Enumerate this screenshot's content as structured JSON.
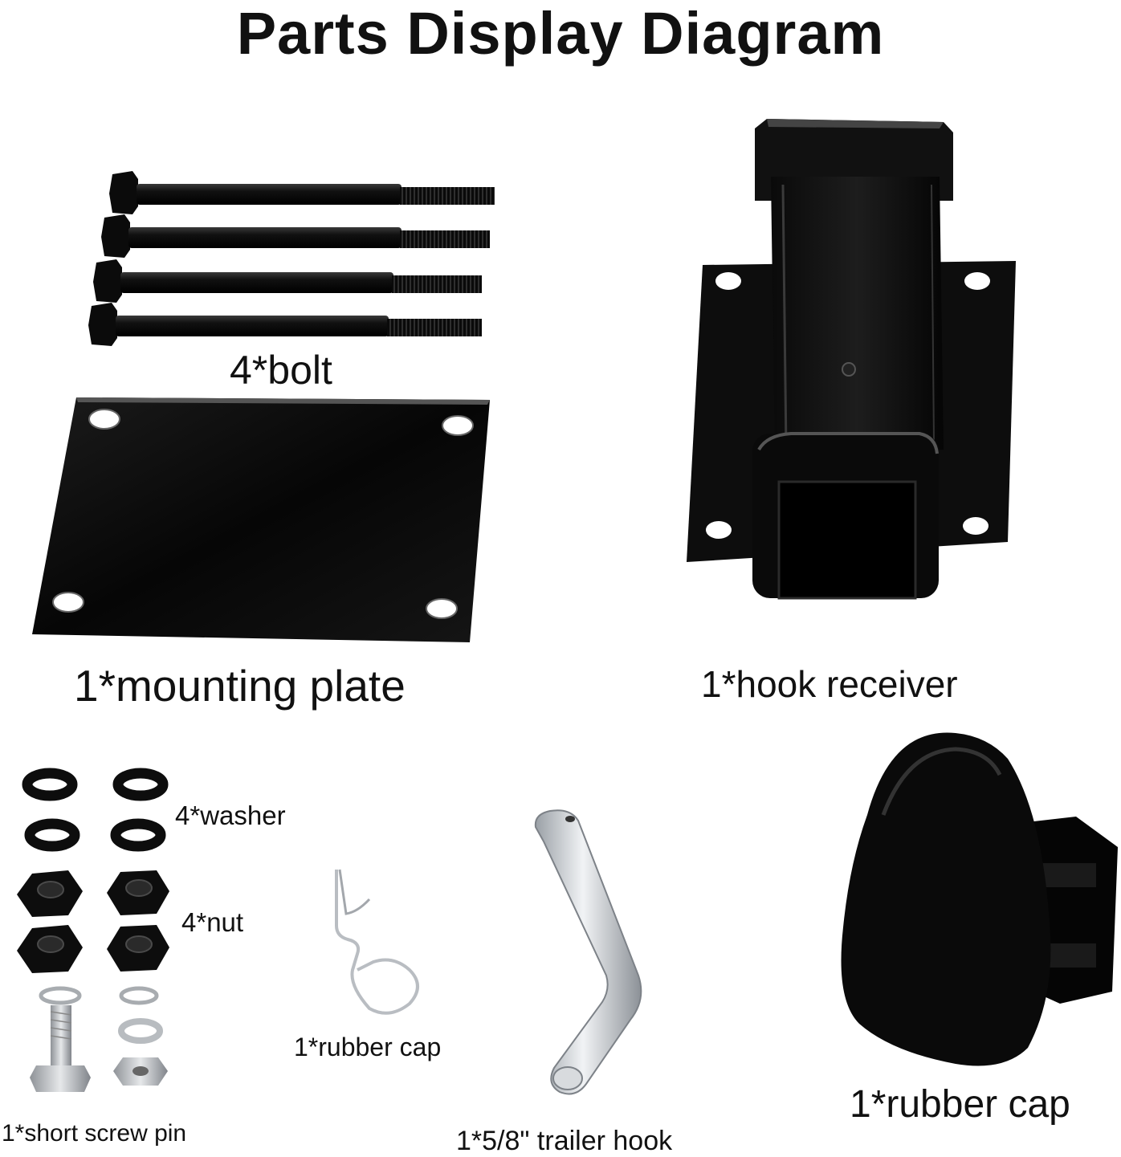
{
  "title": "Parts Display Diagram",
  "labels": {
    "bolt": "4*bolt",
    "mounting_plate": "1*mounting plate",
    "hook_receiver": "1*hook receiver",
    "washer": "4*washer",
    "nut": "4*nut",
    "clip_pin": "1*rubber cap",
    "short_screw_pin": "1*short screw pin",
    "trailer_hook": "1*5/8\" trailer hook",
    "rubber_cap": "1*rubber cap"
  },
  "colors": {
    "metal_black": "#0b0b0b",
    "steel_highlight": "#444444",
    "zinc": "#c9ccd0",
    "background": "#ffffff"
  }
}
